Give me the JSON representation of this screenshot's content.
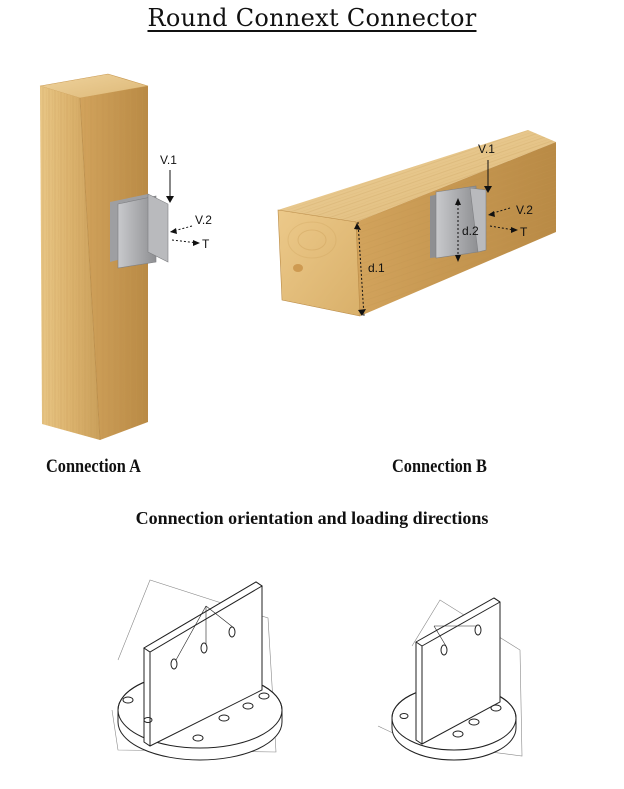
{
  "title": "Round Connext Connector",
  "connection_a": {
    "caption": "Connection A",
    "labels": {
      "v1": "V.1",
      "v2": "V.2",
      "t": "T"
    }
  },
  "connection_b": {
    "caption": "Connection B",
    "labels": {
      "v1": "V.1",
      "v2": "V.2",
      "t": "T",
      "d1": "d.1",
      "d2": "d.2"
    }
  },
  "subtitle": "Connection orientation and loading directions",
  "colors": {
    "wood_light": "#e9c98c",
    "wood_mid": "#d7ad66",
    "wood_dark": "#b9873f",
    "steel": "#a9aaad",
    "steel_dark": "#7e7f82"
  }
}
